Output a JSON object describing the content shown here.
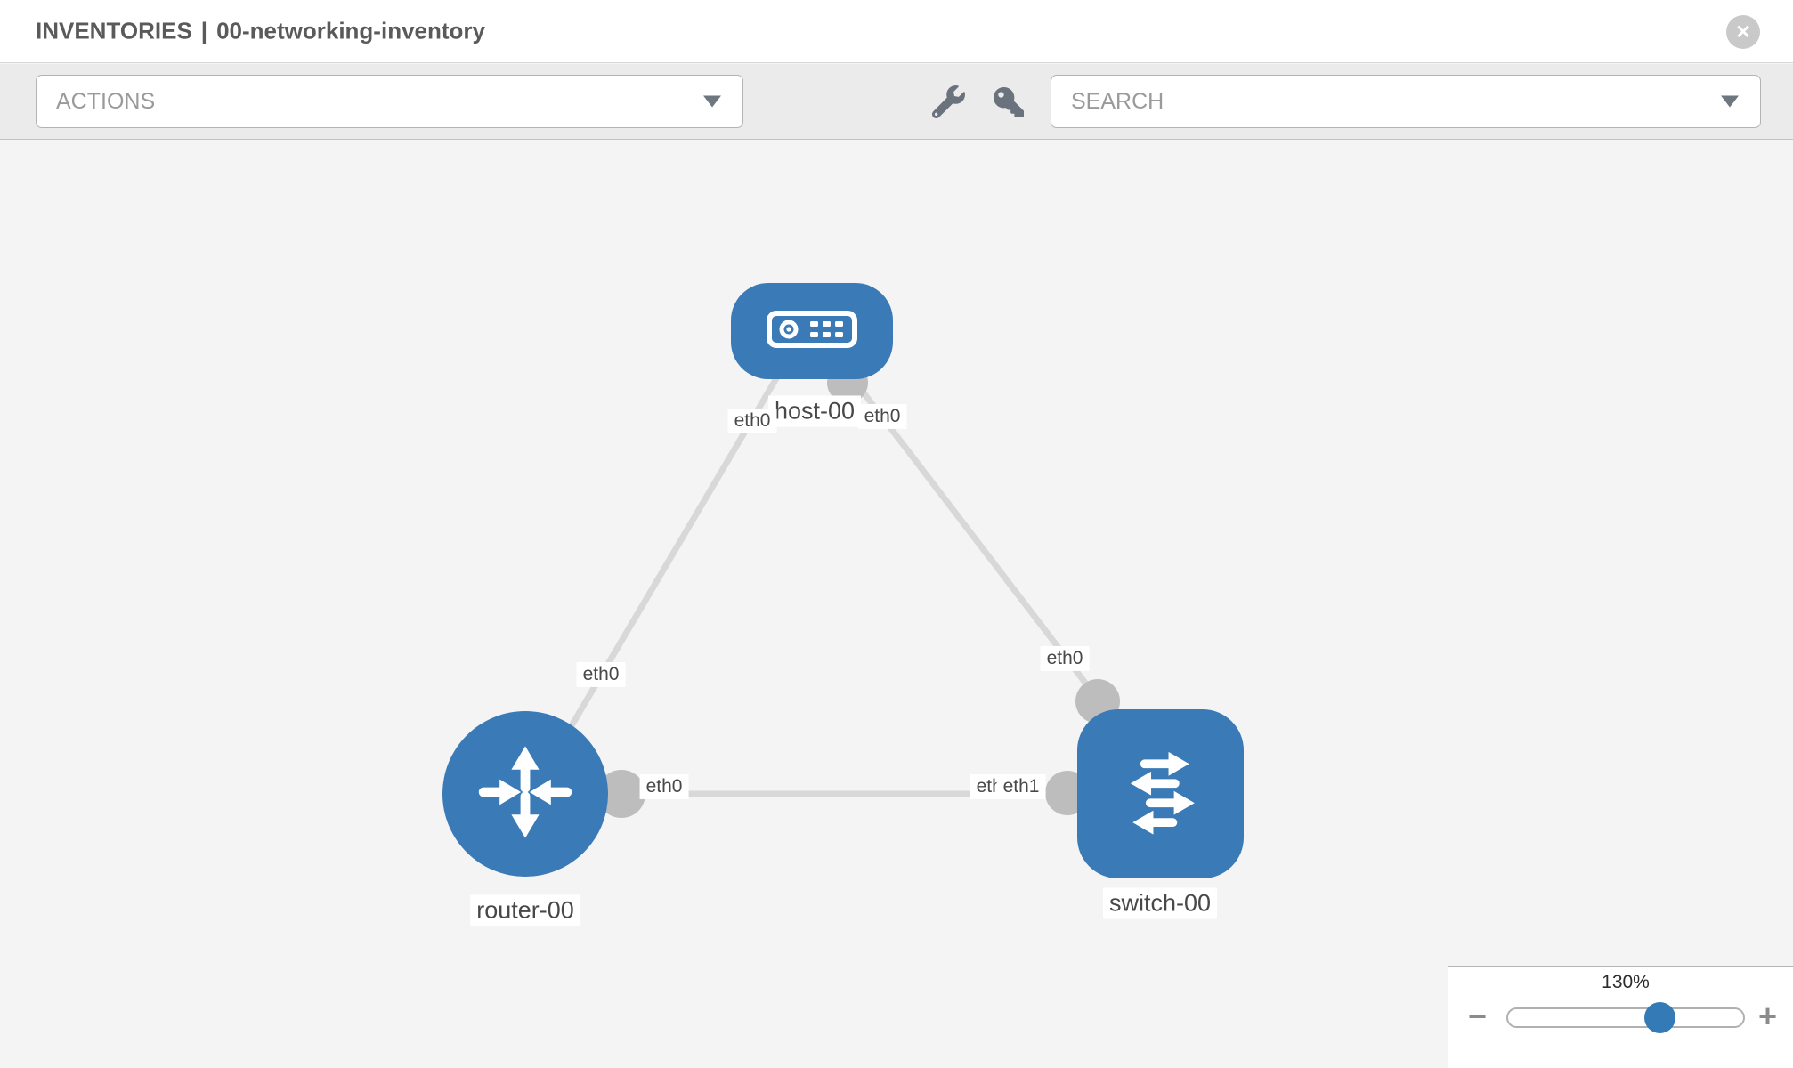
{
  "header": {
    "section": "INVENTORIES",
    "separator": "|",
    "inventory_name": "00-networking-inventory",
    "close_icon": "times-circle-icon"
  },
  "toolbar": {
    "actions_placeholder": "ACTIONS",
    "search_placeholder": "SEARCH",
    "tool_icons": [
      "wrench-icon",
      "key-icon"
    ]
  },
  "topology": {
    "nodes": [
      {
        "id": "host-00",
        "label": "host-00",
        "type": "host",
        "shape": "rounded-rect",
        "icon": "host-device-icon"
      },
      {
        "id": "router-00",
        "label": "router-00",
        "type": "router",
        "shape": "circle",
        "icon": "router-arrows-icon"
      },
      {
        "id": "switch-00",
        "label": "switch-00",
        "type": "switch",
        "shape": "rounded-square",
        "icon": "switch-arrows-icon"
      }
    ],
    "links": [
      {
        "from": "host-00",
        "to": "router-00",
        "from_interface": "eth0",
        "to_interface": "eth0"
      },
      {
        "from": "host-00",
        "to": "switch-00",
        "from_interface": "eth0",
        "to_interface": "eth0"
      },
      {
        "from": "router-00",
        "to": "switch-00",
        "from_interface": "eth0",
        "to_interface": "eth1",
        "overlapped_interface": "eth0"
      }
    ]
  },
  "zoom_control": {
    "level": "130%",
    "minus_label": "−",
    "plus_label": "+"
  },
  "colors": {
    "node_fill": "#3a7ab6",
    "edge": "#d8d8d8",
    "connector": "#bdbdbd",
    "accent": "#337ab7",
    "toolbar_bg": "#ebebeb",
    "canvas_bg": "#f4f4f4"
  }
}
